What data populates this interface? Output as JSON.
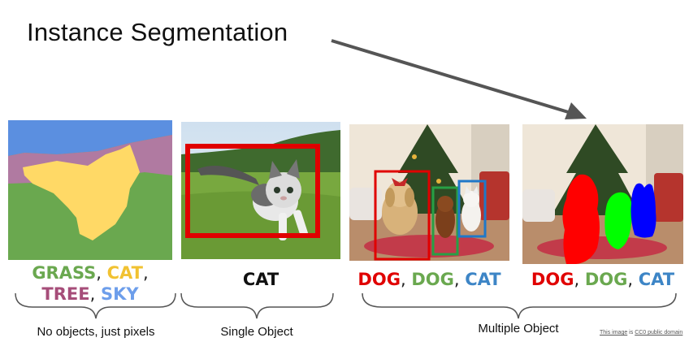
{
  "title": "Instance Segmentation",
  "panels": {
    "semantic": {
      "labels": [
        {
          "text": "GRASS",
          "color": "#6aa84f"
        },
        {
          "text": "CAT",
          "color": "#f1c232"
        },
        {
          "text": "TREE",
          "color": "#a64d79"
        },
        {
          "text": "SKY",
          "color": "#6d9eeb"
        }
      ],
      "caption": "No objects, just pixels"
    },
    "classification": {
      "label": {
        "text": "CAT",
        "color": "#111111"
      },
      "caption": "Single Object"
    },
    "detection": {
      "labels": [
        {
          "text": "DOG",
          "color": "#e00000"
        },
        {
          "text": "DOG",
          "color": "#6aa84f"
        },
        {
          "text": "CAT",
          "color": "#3d85c6"
        }
      ]
    },
    "instance": {
      "labels": [
        {
          "text": "DOG",
          "color": "#e00000"
        },
        {
          "text": "DOG",
          "color": "#6aa84f"
        },
        {
          "text": "CAT",
          "color": "#3d85c6"
        }
      ]
    },
    "multiple_caption": "Multiple Object"
  },
  "separators": {
    "comma": ", "
  },
  "credit": {
    "prefix": "This image",
    "middle": " is ",
    "link": "CC0 public domain"
  }
}
